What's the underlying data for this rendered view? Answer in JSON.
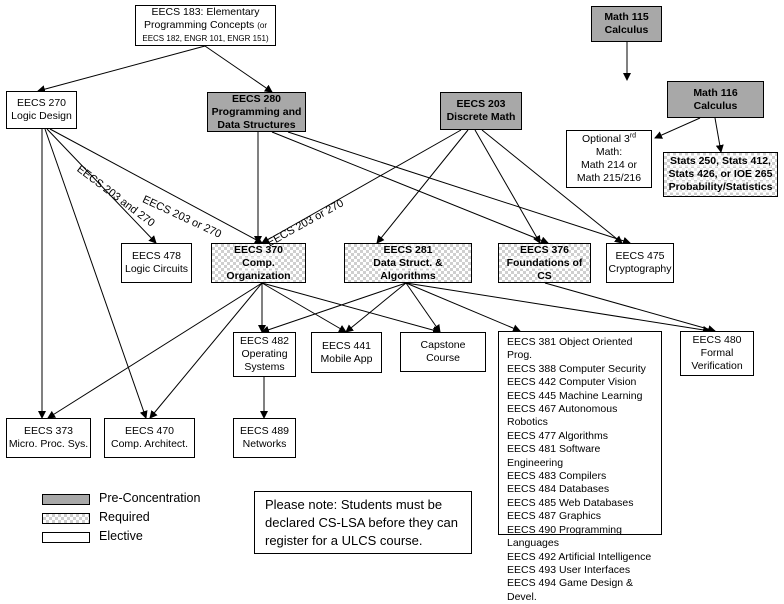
{
  "nodes": {
    "eecs183": {
      "l1": "EECS 183: Elementary",
      "l2": "Programming Concepts",
      "l2s": "(or",
      "l3s": "EECS 182, ENGR 101, ENGR 151)"
    },
    "math115": {
      "l1": "Math 115",
      "l2": "Calculus"
    },
    "eecs270": {
      "l1": "EECS 270",
      "l2": "Logic Design"
    },
    "eecs280": {
      "l1": "EECS 280",
      "l2": "Programming and",
      "l3": "Data Structures"
    },
    "eecs203": {
      "l1": "EECS 203",
      "l2": "Discrete Math"
    },
    "math116": {
      "l1": "Math 116",
      "l2": "Calculus"
    },
    "optmath": {
      "l1a": "Optional 3",
      "l1sup": "rd",
      "l2": "Math:",
      "l3": "Math 214 or",
      "l4": "Math 215/216"
    },
    "stats": {
      "l1": "Stats 250, Stats 412,",
      "l2": "Stats 426, or IOE 265",
      "l3": "Probability/Statistics"
    },
    "eecs478": {
      "l1": "EECS 478",
      "l2": "Logic Circuits"
    },
    "eecs370": {
      "l1": "EECS 370",
      "l2": "Comp. Organization"
    },
    "eecs281": {
      "l1": "EECS 281",
      "l2": "Data Struct. & Algorithms"
    },
    "eecs376": {
      "l1": "EECS 376",
      "l2": "Foundations of CS"
    },
    "eecs475": {
      "l1": "EECS 475",
      "l2": "Cryptography"
    },
    "eecs482": {
      "l1": "EECS 482",
      "l2": "Operating",
      "l3": "Systems"
    },
    "eecs441": {
      "l1": "EECS 441",
      "l2": "Mobile App"
    },
    "capstone": {
      "l1": "Capstone",
      "l2": "Course"
    },
    "eecs480": {
      "l1": "EECS 480",
      "l2": "Formal",
      "l3": "Verification"
    },
    "eecs373": {
      "l1": "EECS 373",
      "l2": "Micro. Proc. Sys."
    },
    "eecs470": {
      "l1": "EECS 470",
      "l2": "Comp. Architect."
    },
    "eecs489": {
      "l1": "EECS 489",
      "l2": "Networks"
    }
  },
  "electives": [
    "EECS 381 Object Oriented Prog.",
    "EECS 388 Computer Security",
    "EECS 442 Computer Vision",
    "EECS 445 Machine Learning",
    "EECS 467 Autonomous Robotics",
    "EECS 477 Algorithms",
    "EECS 481 Software Engineering",
    "EECS 483 Compilers",
    "EECS 484 Databases",
    "EECS 485 Web Databases",
    "EECS 487 Graphics",
    "EECS 490 Programming Languages",
    "EECS 492 Artificial Intelligence",
    "EECS 493 User Interfaces",
    "EECS 494 Game Design & Devel."
  ],
  "edge_labels": {
    "e203_270": "EECS 203 and 270",
    "e203_or_270_a": "EECS 203 or 270",
    "e203_or_270_b": "EECS 203 or 270"
  },
  "legend": {
    "pre": "Pre-Concentration",
    "req": "Required",
    "elective": "Elective"
  },
  "note": {
    "l1": "Please note: Students must be",
    "l2": "declared CS-LSA before they can",
    "l3": "register for a ULCS course."
  },
  "colors": {
    "pre_concentration": "#a8a8a8",
    "required_pattern": "#cfcfcf",
    "elective": "#ffffff"
  }
}
